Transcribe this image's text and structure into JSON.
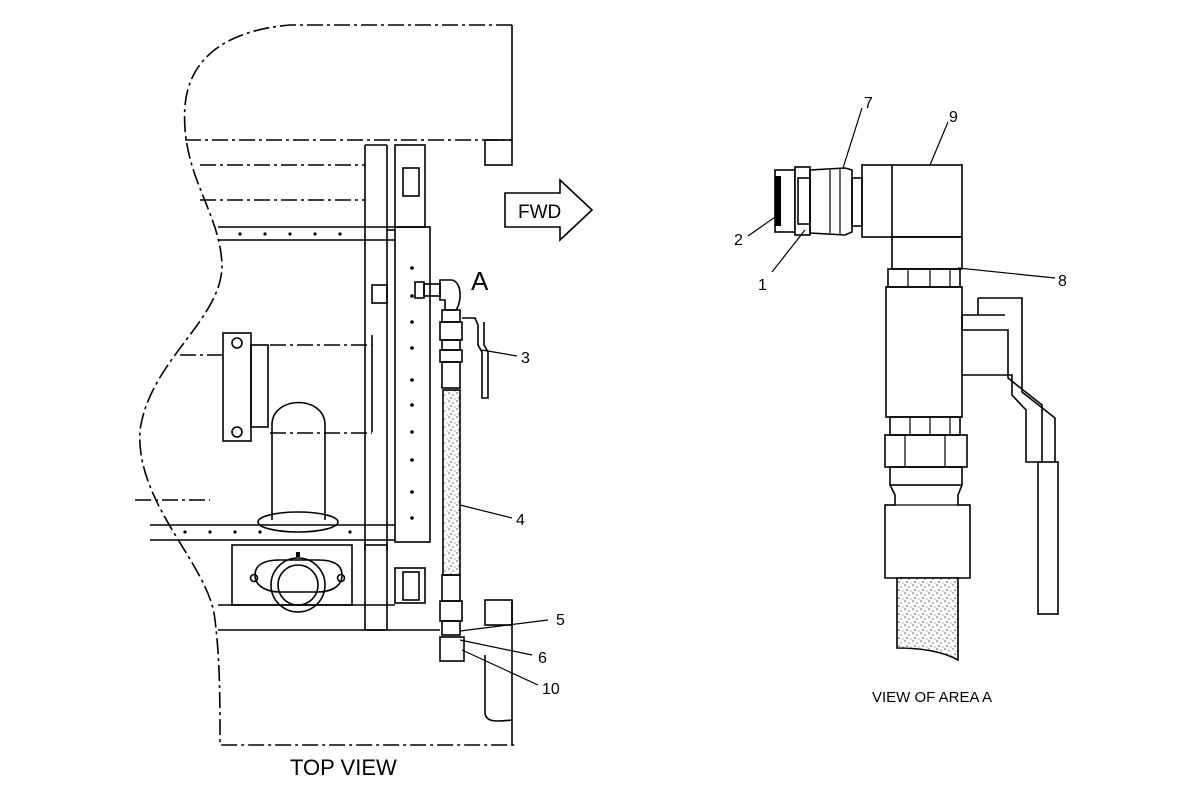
{
  "views": {
    "top_view_label": "TOP VIEW",
    "area_view_label": "VIEW OF AREA A",
    "area_marker": "A",
    "direction_label": "FWD"
  },
  "callouts": {
    "left": [
      "3",
      "4",
      "5",
      "6",
      "10"
    ],
    "right": [
      "1",
      "2",
      "7",
      "8",
      "9"
    ]
  },
  "colors": {
    "line": "#000000",
    "background": "#ffffff",
    "hose_fill": "#d9d9d9"
  }
}
